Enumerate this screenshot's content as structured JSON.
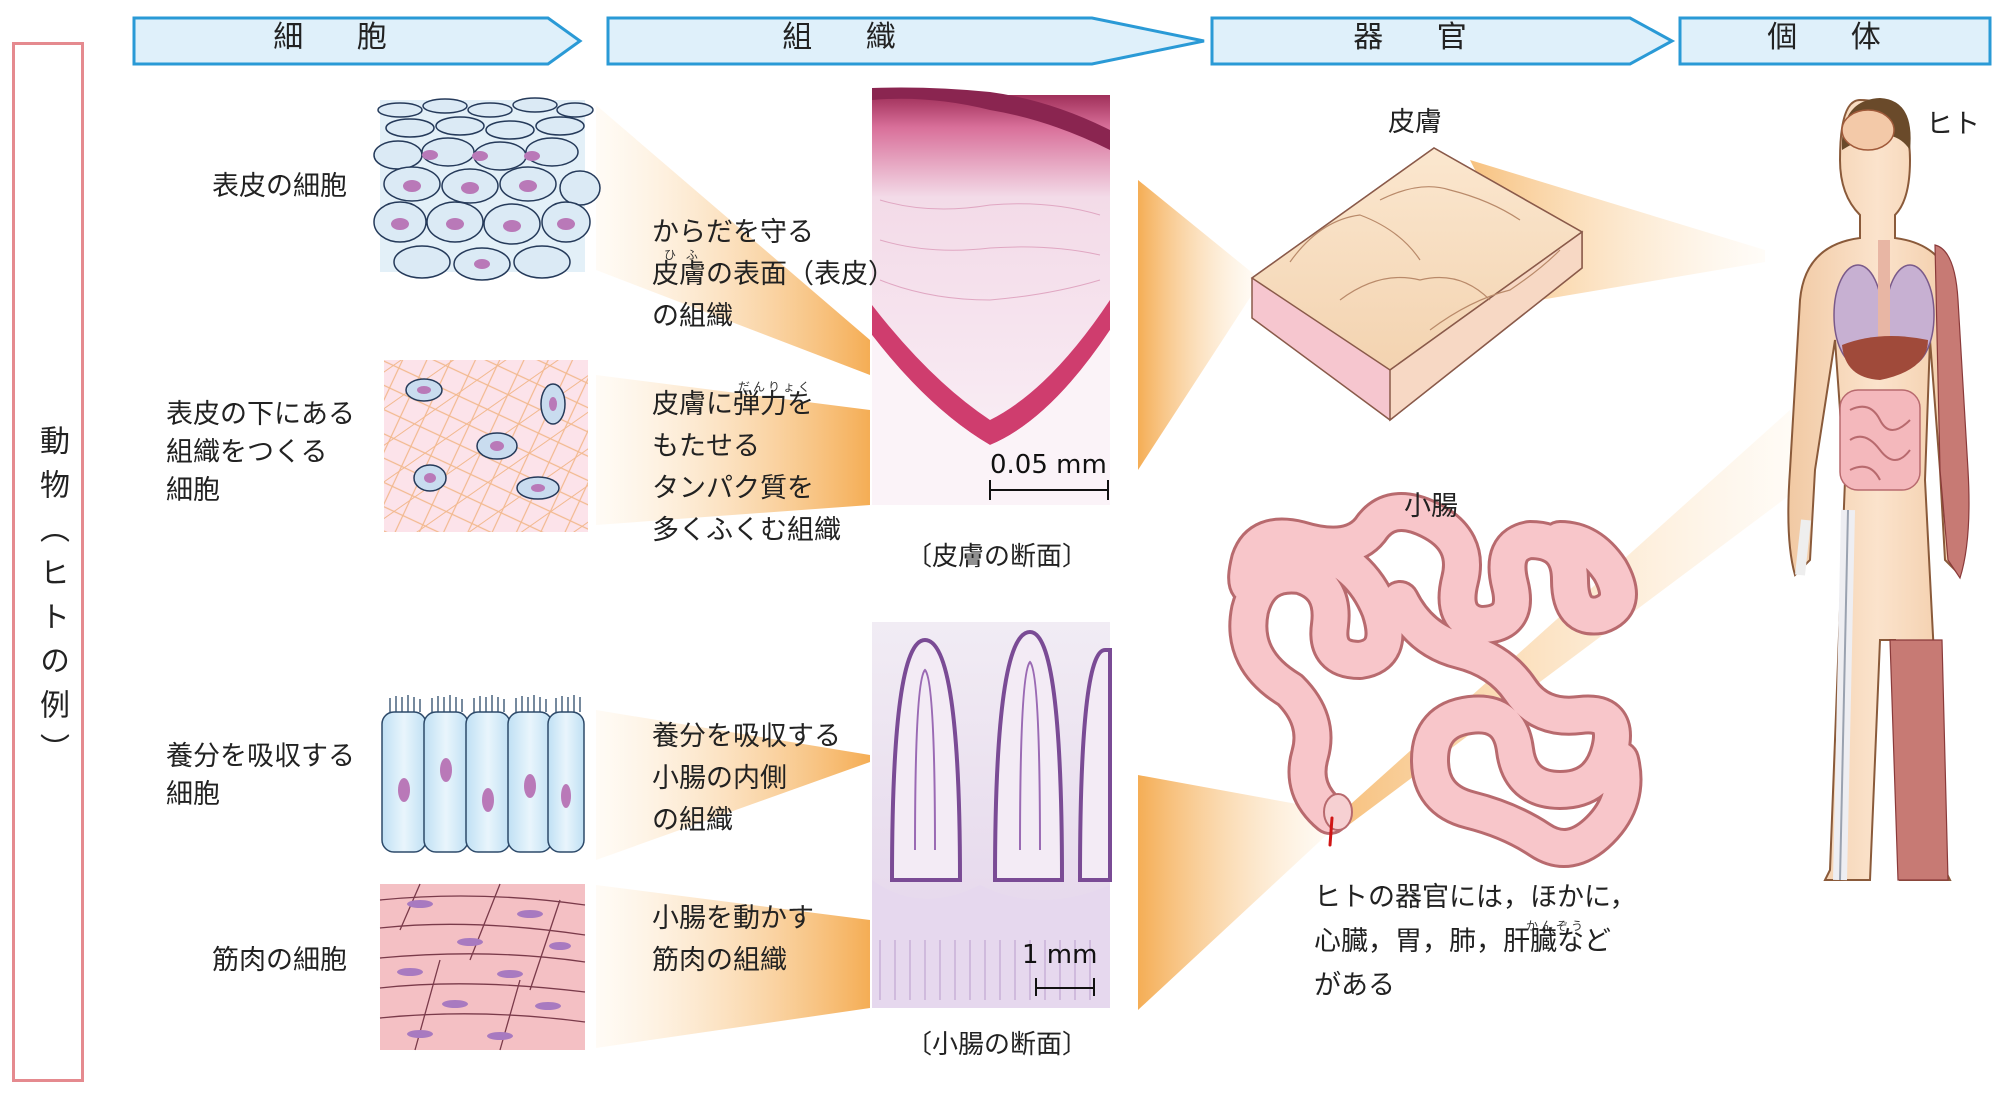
{
  "headers": [
    "細 胞",
    "組 織",
    "器 官",
    "個 体"
  ],
  "side_label": "動物（ヒトの例）",
  "cells": [
    {
      "label": "表皮の細胞"
    },
    {
      "label": "表皮の下にある\n組織をつくる\n細胞"
    },
    {
      "label": "養分を吸収する\n細胞"
    },
    {
      "label": "筋肉の細胞"
    }
  ],
  "tissues": [
    {
      "label": "からだを守る\n皮膚の表面（表皮）\nの組織",
      "furigana": "ひ ふ"
    },
    {
      "label": "皮膚に弾力を\nもたせる\nタンパク質を\n多くふくむ組織",
      "furigana": "だんりょく"
    },
    {
      "label": "養分を吸収する\n小腸の内側\nの組織"
    },
    {
      "label": "小腸を動かす\n筋肉の組織"
    }
  ],
  "micrographs": [
    {
      "caption": "〔皮膚の断面〕",
      "scale": "0.05 mm"
    },
    {
      "caption": "〔小腸の断面〕",
      "scale": "1 mm"
    }
  ],
  "organs": [
    {
      "label": "皮膚"
    },
    {
      "label": "小腸"
    }
  ],
  "organ_note": "ヒトの器官には，ほかに，\n心臓，胃，肺，肝臓など\nがある",
  "organ_note_furigana": "かんぞう",
  "individual": {
    "label": "ヒト"
  },
  "colors": {
    "arrow_fill": "#dff0fa",
    "arrow_stroke": "#2a9ad6",
    "side_border": "#e58a8f",
    "beam": "#f5b25a"
  }
}
